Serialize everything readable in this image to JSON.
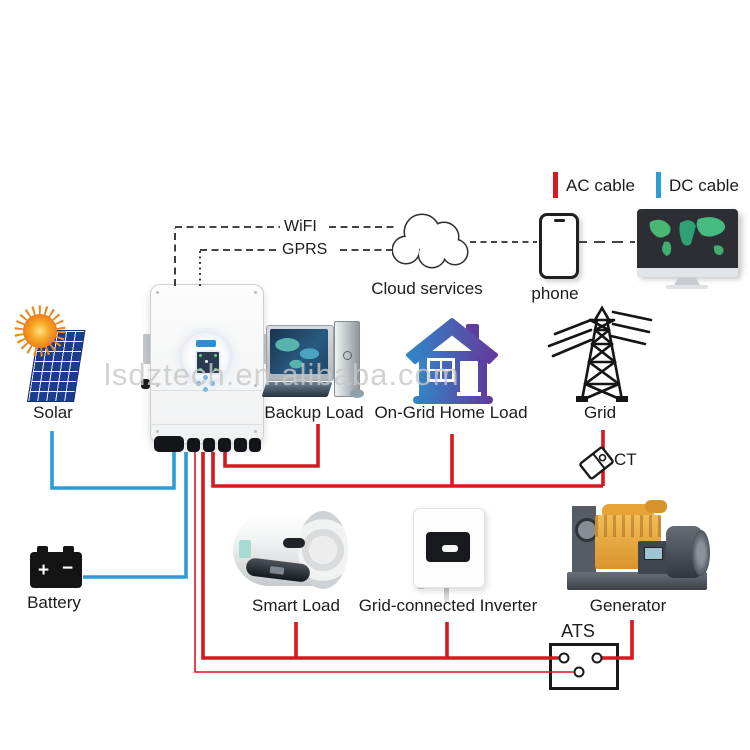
{
  "colors": {
    "ac": "#d7181f",
    "dc": "#2b9cd8",
    "line": "#2a2a2a",
    "watermark": "#c8c8c8"
  },
  "legend": {
    "ac": "AC cable",
    "dc": "DC cable"
  },
  "links": {
    "wifi": "WiFI",
    "gprs": "GPRS"
  },
  "watermark": "lsdztech.en.alibaba.com",
  "nodes": {
    "cloud": {
      "label": "Cloud services"
    },
    "phone": {
      "label": "phone"
    },
    "solar": {
      "label": "Solar"
    },
    "battery": {
      "label": "Battery",
      "plus": "+",
      "minus": "−"
    },
    "backup_load": {
      "label": "Backup Load"
    },
    "home_load": {
      "label": "On-Grid Home Load"
    },
    "grid": {
      "label": "Grid"
    },
    "ct": {
      "label": "CT"
    },
    "smart_load": {
      "label": "Smart Load"
    },
    "gci": {
      "label": "Grid-connected Inverter"
    },
    "generator": {
      "label": "Generator"
    },
    "ats": {
      "label": "ATS"
    }
  }
}
